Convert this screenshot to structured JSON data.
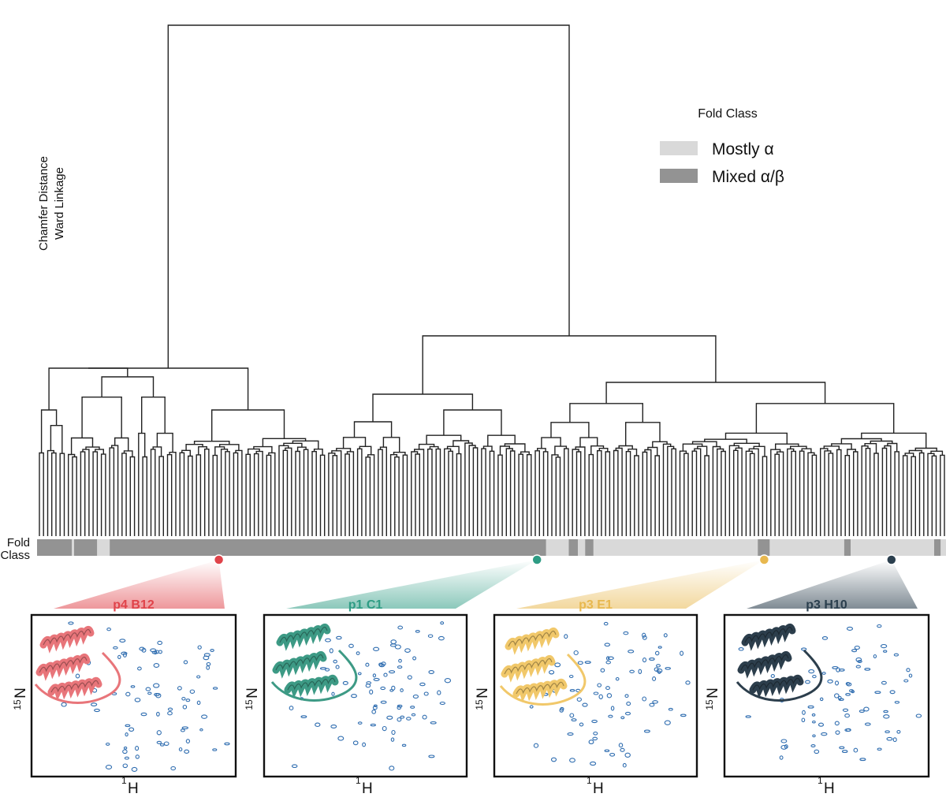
{
  "yaxis": {
    "line1": "Chamfer Distance",
    "line2": "Ward Linkage"
  },
  "legend": {
    "title": "Fold Class",
    "items": [
      {
        "label": "Mostly α",
        "color": "#d9d9d9"
      },
      {
        "label": "Mixed α/β",
        "color": "#939393"
      }
    ]
  },
  "foldclass_label": {
    "line1": "Fold",
    "line2": "Class"
  },
  "foldclass_bar": {
    "base_color": "#d9d9d9",
    "mixed_color": "#939393",
    "mixed_fraction_ranges": [
      [
        0.0,
        0.066
      ],
      [
        0.08,
        0.56
      ],
      [
        0.585,
        0.595
      ],
      [
        0.603,
        0.612
      ],
      [
        0.793,
        0.806
      ],
      [
        0.888,
        0.895
      ],
      [
        0.987,
        0.994
      ]
    ]
  },
  "panels": [
    {
      "title": "p4 B12",
      "color": "#e0434a",
      "protein_color": "#e8757a",
      "marker_fraction": 0.2,
      "xlabel": "H",
      "xsup": "1",
      "ylabel": "N",
      "ysup": "15"
    },
    {
      "title": "p1 C1",
      "color": "#2e9c84",
      "protein_color": "#3d9a85",
      "marker_fraction": 0.55,
      "xlabel": "H",
      "xsup": "1",
      "ylabel": "N",
      "ysup": "15"
    },
    {
      "title": "p3 E1",
      "color": "#e8b84f",
      "protein_color": "#f1c86a",
      "marker_fraction": 0.8,
      "xlabel": "H",
      "xsup": "1",
      "ylabel": "N",
      "ysup": "15"
    },
    {
      "title": "p3 H10",
      "color": "#2b3f4e",
      "protein_color": "#2c3e4c",
      "marker_fraction": 0.94,
      "xlabel": "H",
      "xsup": "1",
      "ylabel": "N",
      "ysup": "15"
    }
  ],
  "colors": {
    "spectrum": "#2f6db0",
    "tree": "#222222"
  }
}
